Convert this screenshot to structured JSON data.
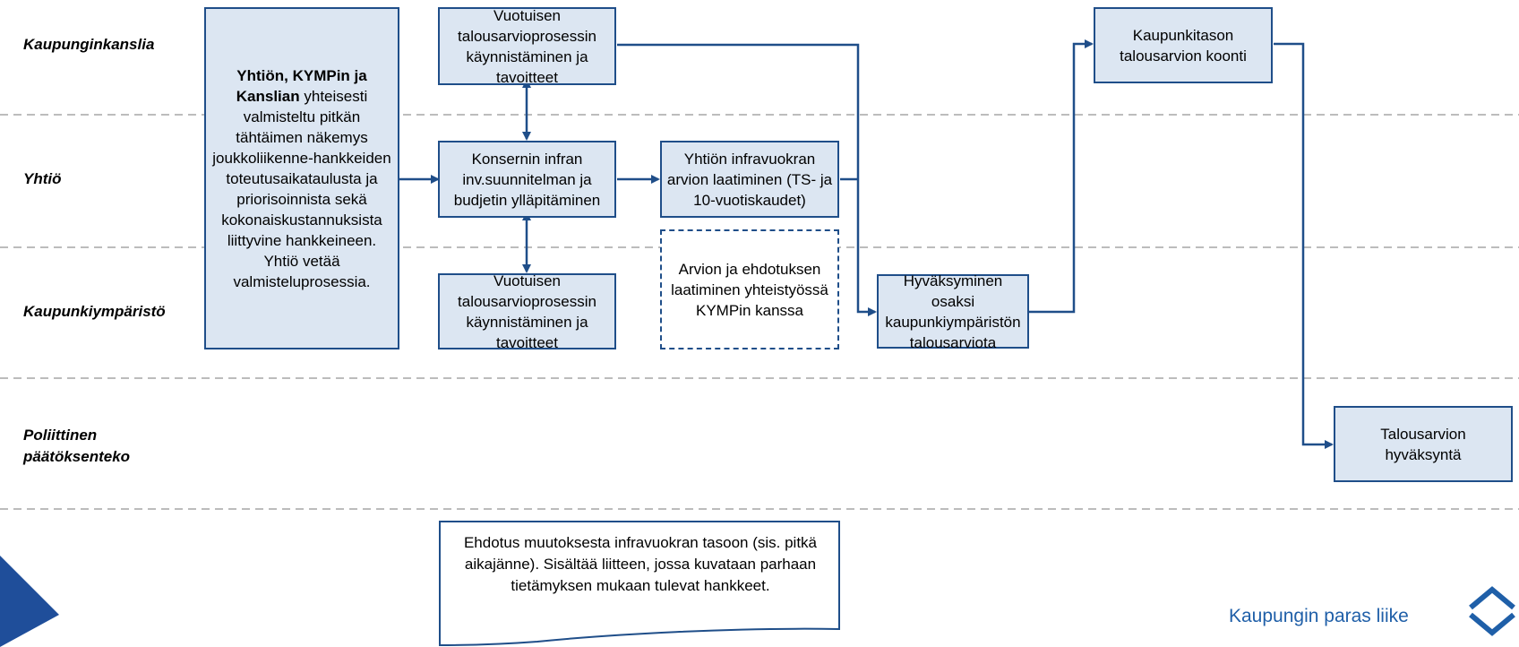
{
  "lanes": {
    "kanslia": "Kaupunginkanslia",
    "yhtio": "Yhtiö",
    "kymp": "Kaupunkiympäristö",
    "politiikka_1": "Poliittinen",
    "politiikka_2": "päätöksenteko"
  },
  "boxes": {
    "vision_bold": "Yhtiön, KYMPin ja Kanslian",
    "vision_rest": "yhteisesti valmisteltu pitkän tähtäimen näkemys joukkoliikenne-hankkeiden toteutusaikataulusta ja priorisoinnista sekä kokonaiskustannuksista liittyvine hankkeineen. Yhtiö vetää valmisteluprosessia.",
    "budget_start_kanslia": "Vuotuisen talousarvioprosessin käynnistäminen ja tavoitteet",
    "konserni": "Konsernin infran inv.suunnitelman ja budjetin ylläpitäminen",
    "budget_start_kymp": "Vuotuisen talousarvioprosessin käynnistäminen ja tavoitteet",
    "infravuokra": "Yhtiön infravuokran arvion laatiminen (TS- ja 10-vuotiskaudet)",
    "arvio_ehdotus": "Arvion ja ehdotuksen laatiminen yhteistyössä KYMPin kanssa",
    "hyvaksyminen": "Hyväksyminen osaksi kaupunkiympäristön talousarviota",
    "koonti": "Kaupunkitason talousarvion koonti",
    "talousarvio_hyv": "Talousarvion hyväksyntä"
  },
  "document_note": "Ehdotus muutoksesta infravuokran tasoon (sis. pitkä aikajänne). Sisältää liitteen, jossa kuvataan parhaan tietämyksen mukaan tulevat hankkeet.",
  "brand": {
    "slogan": "Kaupungin paras liike",
    "logo_icon": "hkl-logo-icon"
  },
  "colors": {
    "box_fill": "#dce6f2",
    "box_border": "#1f4e89",
    "connector": "#1f4e89",
    "lane_divider": "#a6a6a6",
    "brand_blue": "#1f5fa8",
    "corner_triangle": "#1f4e9a"
  }
}
